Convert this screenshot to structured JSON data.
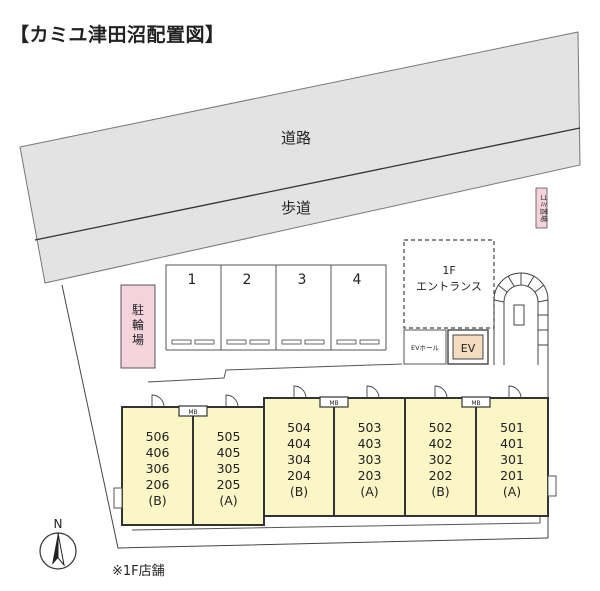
{
  "title": "【カミユ津田沼配置図】",
  "road_label": "道路",
  "sidewalk_label": "歩道",
  "garbage_label": "ゴミ置場",
  "bicycle_parking_label": "駐輪場",
  "parking_spaces": [
    "1",
    "2",
    "3",
    "4"
  ],
  "entrance_label": [
    "1F",
    "エントランス"
  ],
  "ev_hall_label": "EVホール",
  "elevator_label": "EV",
  "meter_box_label": "MB",
  "north_label": "N",
  "footnote": "※1F店舗",
  "units": [
    {
      "rooms": [
        "506",
        "406",
        "306",
        "206"
      ],
      "type": "(B)"
    },
    {
      "rooms": [
        "505",
        "405",
        "305",
        "205"
      ],
      "type": "(A)"
    },
    {
      "rooms": [
        "504",
        "404",
        "304",
        "204"
      ],
      "type": "(B)"
    },
    {
      "rooms": [
        "503",
        "403",
        "303",
        "203"
      ],
      "type": "(A)"
    },
    {
      "rooms": [
        "502",
        "402",
        "302",
        "202"
      ],
      "type": "(B)"
    },
    {
      "rooms": [
        "501",
        "401",
        "301",
        "201"
      ],
      "type": "(A)"
    }
  ],
  "colors": {
    "unit_fill": "#fbf6c6",
    "road_fill": "#e3e3e3",
    "bike_fill": "#f5d3dd",
    "ev_fill": "#f3dcc0"
  }
}
